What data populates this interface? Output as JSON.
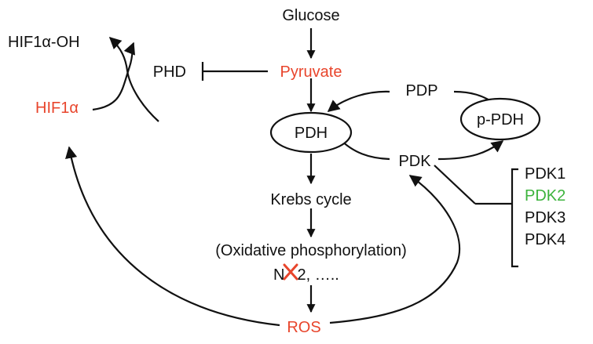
{
  "colors": {
    "black": "#111111",
    "red": "#e8452c",
    "green": "#3cb33c"
  },
  "nodes": {
    "glucose": "Glucose",
    "pyruvate": "Pyruvate",
    "phd": "PHD",
    "hif1a_oh": "HIF1α-OH",
    "hif1a": "HIF1α",
    "pdh": "PDH",
    "pdp": "PDP",
    "p_pdh": "p-PDH",
    "pdk": "PDK",
    "krebs": "Krebs cycle",
    "oxphos": "(Oxidative phosphorylation)",
    "no2_a": "N",
    "no2_b": "2, …..",
    "ros": "ROS"
  },
  "isoforms": [
    "PDK1",
    "PDK2",
    "PDK3",
    "PDK4"
  ],
  "isoform_colors": [
    "#111111",
    "#3cb33c",
    "#111111",
    "#111111"
  ]
}
